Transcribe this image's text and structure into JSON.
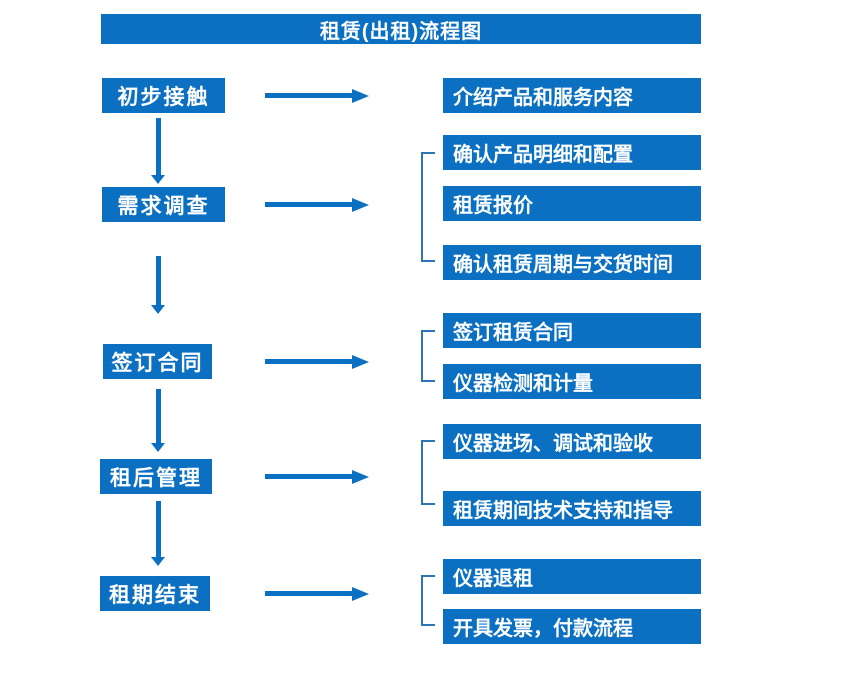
{
  "title": "租赁(出租)流程图",
  "colors": {
    "primary": "#0c70c2",
    "bracket": "#2e75b6",
    "text_on_primary": "#ffffff",
    "background": "#ffffff"
  },
  "stages": [
    {
      "label": "初步接触",
      "details": [
        "介绍产品和服务内容"
      ]
    },
    {
      "label": "需求调查",
      "details": [
        "确认产品明细和配置",
        "租赁报价",
        "确认租赁周期与交货时间"
      ]
    },
    {
      "label": "签订合同",
      "details": [
        "签订租赁合同",
        "仪器检测和计量"
      ]
    },
    {
      "label": "租后管理",
      "details": [
        "仪器进场、调试和验收",
        "租赁期间技术支持和指导"
      ]
    },
    {
      "label": "租期结束",
      "details": [
        "仪器退租",
        "开具发票，付款流程"
      ]
    }
  ]
}
